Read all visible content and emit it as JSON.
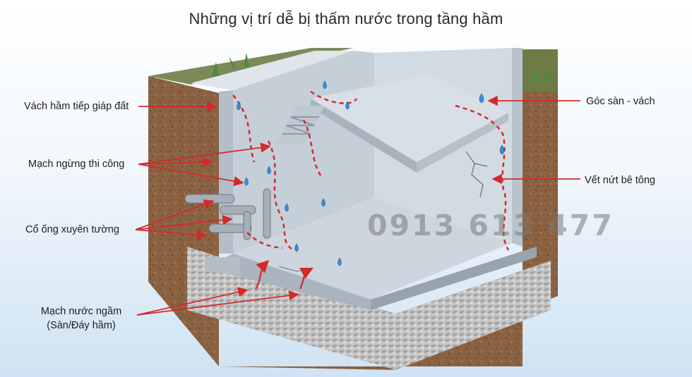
{
  "title": "Những vị trí dễ bị thấm nước trong tầng hầm",
  "labels": {
    "wall_soil": "Vách hầm tiếp giáp đất",
    "construction_joint": "Mạch ngừng thi công",
    "pipe_collar": "Cổ ống xuyên tường",
    "groundwater_line1": "Mạch nước ngầm",
    "groundwater_line2": "(Sàn/Đáy hầm)",
    "floor_wall_corner": "Góc sàn - vách",
    "concrete_crack": "Vết nứt bê tông"
  },
  "watermark": "0913 613 477",
  "colors": {
    "arrow": "#d42a2a",
    "concrete": "#c9d3dc",
    "soil": "#8a6242",
    "gravel": "#b9b9b9",
    "water_drop": "#3a8fd6"
  }
}
